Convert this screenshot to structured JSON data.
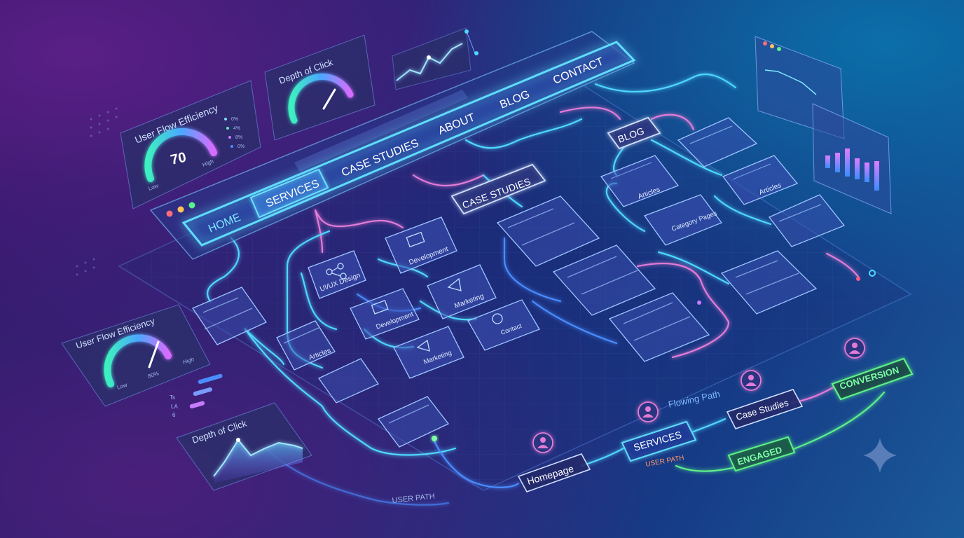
{
  "nav": {
    "items": [
      "HOME",
      "SERVICES",
      "CASE STUDIES",
      "ABOUT",
      "BLOG",
      "CONTACT"
    ]
  },
  "metrics": {
    "top_efficiency": {
      "title": "User Flow Efficiency",
      "value": "70",
      "low": "Low",
      "high": "High",
      "legend": [
        "0%",
        "4%",
        "8%",
        "0%"
      ]
    },
    "top_depth": {
      "title": "Depth of Click"
    },
    "left_efficiency": {
      "title": "User Flow Efficiency",
      "low": "Low",
      "high": "High",
      "value": "80%"
    },
    "left_depth": {
      "title": "Depth of Click"
    },
    "left_legend": [
      "Ts",
      "LA",
      "6"
    ]
  },
  "nodes": {
    "ux_design": "UI/UX Design",
    "development_top": "Development",
    "marketing_top": "Marketing",
    "contact": "Contact",
    "development_mid": "Development",
    "marketing_mid": "Marketing",
    "articles_left": "Articles",
    "case_studies": "CASE STUDIES",
    "blog": "BLOG",
    "articles_blog": "Articles",
    "category_pages": "Category Pages",
    "articles_right": "Articles"
  },
  "path": {
    "homepage": "Homepage",
    "services": "SERVICES",
    "user_path_inner": "USER PATH",
    "case_studies": "Case Studies",
    "flowing_path": "Flowing Path",
    "engaged": "ENGAGED",
    "conversion": "CONVERSION",
    "user_path_outer": "USER PATH"
  },
  "colors": {
    "cyan": "#4fd8ff",
    "pink": "#e27bd6",
    "green": "#5cf08a",
    "blue": "#4a8dff"
  },
  "icons": [
    "person-icon",
    "sparkle-icon",
    "megaphone-icon",
    "code-window-icon",
    "network-icon",
    "chat-icon",
    "gauge-icon"
  ]
}
